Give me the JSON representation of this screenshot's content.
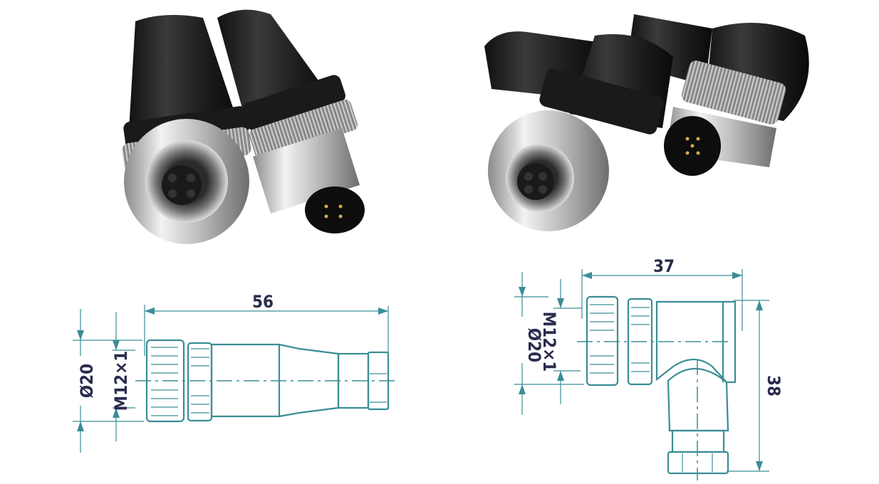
{
  "straight_connector_drawing": {
    "length": "56",
    "outer_diameter": "Ø20",
    "thread": "M12×1"
  },
  "angled_connector_drawing": {
    "width": "37",
    "height": "38",
    "outer_diameter": "Ø20",
    "thread": "M12×1"
  },
  "colors": {
    "drawing_line": "#3b8d95",
    "dimension_text": "#2a2c4e"
  }
}
